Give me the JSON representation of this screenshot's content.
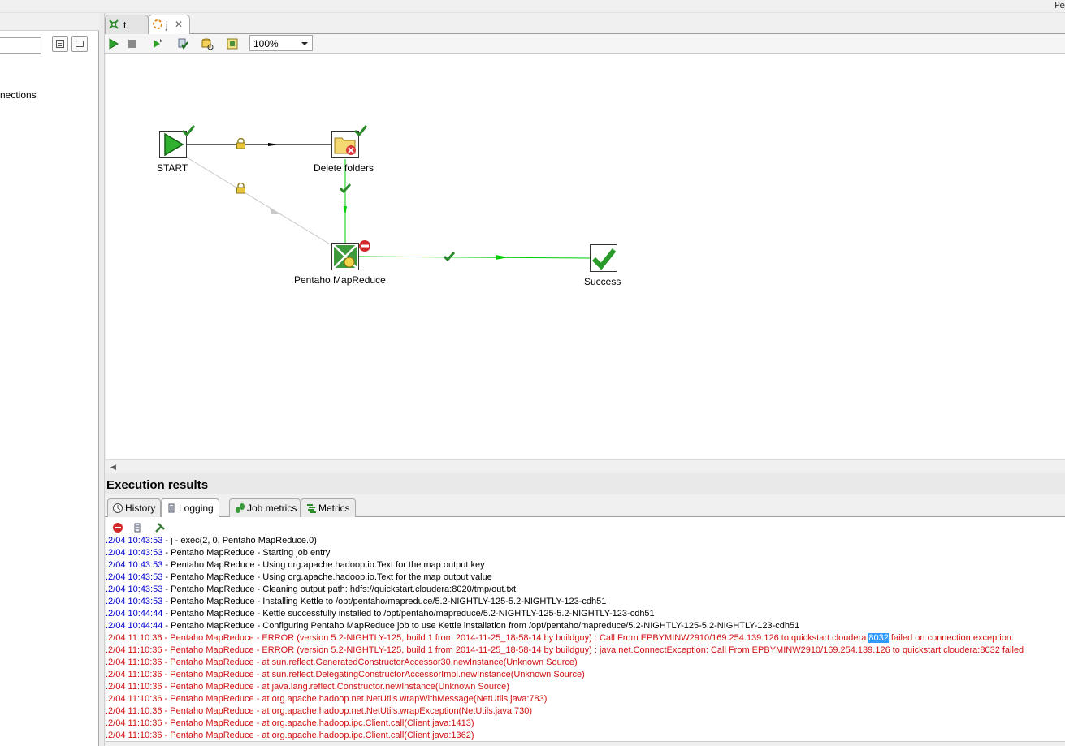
{
  "window": {
    "title_fragment": "Pe"
  },
  "explorer": {
    "tree_item_partial": "nections"
  },
  "tabs": [
    {
      "label": "t",
      "icon": "transformation-icon",
      "active": false
    },
    {
      "label": "j",
      "icon": "job-icon",
      "active": true,
      "closable": true
    }
  ],
  "toolbar": {
    "zoom": "100%",
    "buttons": [
      "run-icon",
      "stop-icon",
      "replay-icon",
      "check-icon",
      "sql-icon",
      "impact-icon"
    ]
  },
  "job": {
    "nodes": [
      {
        "id": "start",
        "label": "START",
        "status": "success"
      },
      {
        "id": "delete-folders",
        "label": "Delete folders",
        "status": "success"
      },
      {
        "id": "pentaho-mapreduce",
        "label": "Pentaho MapReduce",
        "status": "error"
      },
      {
        "id": "success",
        "label": "Success",
        "status": "none"
      }
    ],
    "hops": [
      {
        "from": "START",
        "to": "Delete folders",
        "type": "unconditional"
      },
      {
        "from": "START",
        "to": "Pentaho MapReduce",
        "type": "unconditional-disabled"
      },
      {
        "from": "Delete folders",
        "to": "Pentaho MapReduce",
        "type": "success"
      },
      {
        "from": "Pentaho MapReduce",
        "to": "Success",
        "type": "success"
      }
    ]
  },
  "execution": {
    "title": "Execution results",
    "tabs": [
      {
        "label": "History",
        "icon": "history-icon"
      },
      {
        "label": "Logging",
        "icon": "logging-icon",
        "active": true
      },
      {
        "label": "Job metrics",
        "icon": "job-metrics-icon"
      },
      {
        "label": "Metrics",
        "icon": "metrics-icon"
      }
    ],
    "log_lines": [
      {
        "ts": ".2/04 10:43:53",
        "text": " - j - exec(2, 0, Pentaho MapReduce.0)",
        "level": "info"
      },
      {
        "ts": ".2/04 10:43:53",
        "text": " - Pentaho MapReduce - Starting job entry",
        "level": "info"
      },
      {
        "ts": ".2/04 10:43:53",
        "text": " - Pentaho MapReduce - Using org.apache.hadoop.io.Text for the map output key",
        "level": "info"
      },
      {
        "ts": ".2/04 10:43:53",
        "text": " - Pentaho MapReduce - Using org.apache.hadoop.io.Text for the map output value",
        "level": "info"
      },
      {
        "ts": ".2/04 10:43:53",
        "text": " - Pentaho MapReduce - Cleaning output path: hdfs://quickstart.cloudera:8020/tmp/out.txt",
        "level": "info"
      },
      {
        "ts": ".2/04 10:43:53",
        "text": " - Pentaho MapReduce - Installing Kettle to /opt/pentaho/mapreduce/5.2-NIGHTLY-125-5.2-NIGHTLY-123-cdh51",
        "level": "info"
      },
      {
        "ts": ".2/04 10:44:44",
        "text": " - Pentaho MapReduce - Kettle successfully installed to /opt/pentaho/mapreduce/5.2-NIGHTLY-125-5.2-NIGHTLY-123-cdh51",
        "level": "info"
      },
      {
        "ts": ".2/04 10:44:44",
        "text": " - Pentaho MapReduce - Configuring Pentaho MapReduce job to use Kettle installation from /opt/pentaho/mapreduce/5.2-NIGHTLY-125-5.2-NIGHTLY-123-cdh51",
        "level": "info"
      },
      {
        "ts": ".2/04 11:10:36",
        "text": " - Pentaho MapReduce - ERROR (version 5.2-NIGHTLY-125, build 1 from 2014-11-25_18-58-14 by buildguy) : Call From EPBYMINW2910/169.254.139.126 to quickstart.cloudera:",
        "highlight": "8032",
        "tail": " failed on connection exception:",
        "level": "error"
      },
      {
        "ts": ".2/04 11:10:36",
        "text": " - Pentaho MapReduce - ERROR (version 5.2-NIGHTLY-125, build 1 from 2014-11-25_18-58-14 by buildguy) : java.net.ConnectException: Call From EPBYMINW2910/169.254.139.126 to quickstart.cloudera:8032 failed",
        "level": "error"
      },
      {
        "ts": ".2/04 11:10:36",
        "text": " - Pentaho MapReduce -   at sun.reflect.GeneratedConstructorAccessor30.newInstance(Unknown Source)",
        "level": "error"
      },
      {
        "ts": ".2/04 11:10:36",
        "text": " - Pentaho MapReduce -   at sun.reflect.DelegatingConstructorAccessorImpl.newInstance(Unknown Source)",
        "level": "error"
      },
      {
        "ts": ".2/04 11:10:36",
        "text": " - Pentaho MapReduce -   at java.lang.reflect.Constructor.newInstance(Unknown Source)",
        "level": "error"
      },
      {
        "ts": ".2/04 11:10:36",
        "text": " - Pentaho MapReduce -   at org.apache.hadoop.net.NetUtils.wrapWithMessage(NetUtils.java:783)",
        "level": "error"
      },
      {
        "ts": ".2/04 11:10:36",
        "text": " - Pentaho MapReduce -   at org.apache.hadoop.net.NetUtils.wrapException(NetUtils.java:730)",
        "level": "error"
      },
      {
        "ts": ".2/04 11:10:36",
        "text": " - Pentaho MapReduce -   at org.apache.hadoop.ipc.Client.call(Client.java:1413)",
        "level": "error"
      },
      {
        "ts": ".2/04 11:10:36",
        "text": " - Pentaho MapReduce -   at org.apache.hadoop.ipc.Client.call(Client.java:1362)",
        "level": "error"
      }
    ]
  },
  "colors": {
    "success_hop": "#00cc00",
    "info_ts": "#0000cc",
    "error_text": "#d01010",
    "highlight": "#3399ff"
  }
}
